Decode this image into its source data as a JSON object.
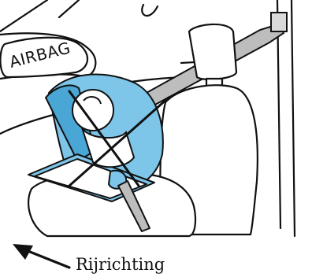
{
  "panel_label": "AIRBAG",
  "caption": "Rijrichting",
  "colors": {
    "line": "#111111",
    "seat_blue": "#7dc6ea",
    "seat_blue_dark": "#4aa6d4",
    "belt_gray": "#bdbdbd",
    "background": "#ffffff"
  },
  "icons": {
    "prohibition": "crossed-x",
    "direction": "arrow-up-left"
  }
}
